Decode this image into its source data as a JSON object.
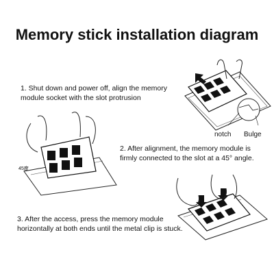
{
  "title": "Memory stick installation diagram",
  "steps": [
    {
      "text": "1. Shut down and power off, align the memory module socket with the slot protrusion"
    },
    {
      "text": "2. After alignment, the memory module is firmly connected to the slot at a 45° angle."
    },
    {
      "text": "3. After the access, press the memory module horizontally at both ends until the metal clip is stuck."
    }
  ],
  "labels": {
    "notch": "notch",
    "bulge": "Bulge",
    "angle": "45度"
  }
}
